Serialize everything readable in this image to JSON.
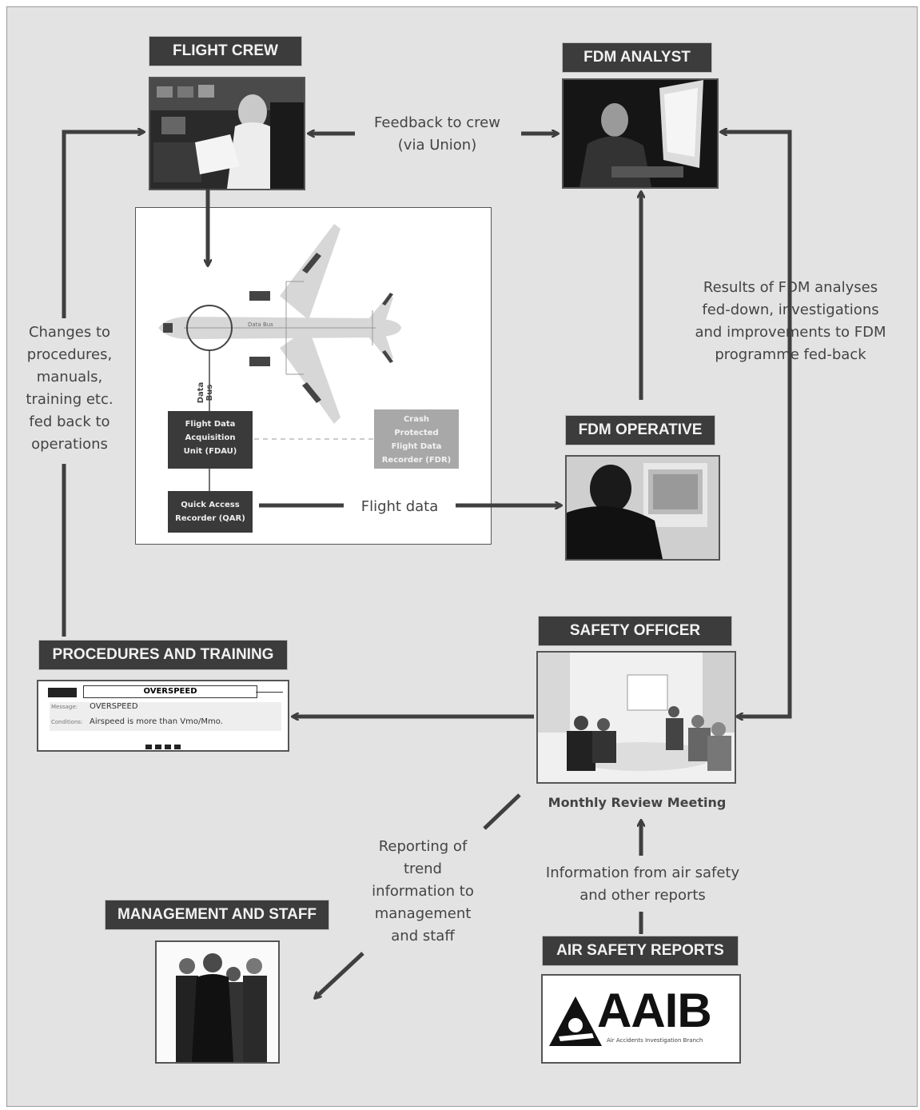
{
  "headers": {
    "flight_crew": "FLIGHT CREW",
    "fdm_analyst": "FDM ANALYST",
    "fdm_operative": "FDM OPERATIVE",
    "safety_officer": "SAFETY OFFICER",
    "procedures_training": "PROCEDURES AND TRAINING",
    "management_staff": "MANAGEMENT AND STAFF",
    "air_safety_reports": "AIR SAFETY REPORTS"
  },
  "labels": {
    "feedback": [
      "Feedback to crew",
      "(via Union)"
    ],
    "changes": [
      "Changes to",
      "procedures,",
      "manuals,",
      "training etc.",
      "fed back to",
      "operations"
    ],
    "results": [
      "Results of FDM analyses",
      "fed-down, investigations",
      "and improvements to FDM",
      "programme fed-back"
    ],
    "flight_data": "Flight data",
    "monthly_review": "Monthly Review Meeting",
    "information": [
      "Information from air safety",
      "and other reports"
    ],
    "reporting": [
      "Reporting of",
      "trend",
      "information to",
      "management",
      "and staff"
    ]
  },
  "aircraft_panel": {
    "fdau": [
      "Flight Data",
      "Acquisition",
      "Unit (FDAU)"
    ],
    "qar": [
      "Quick Access",
      "Recorder (QAR)"
    ],
    "fdr": [
      "Crash",
      "Protected",
      "Flight Data",
      "Recorder (FDR)"
    ],
    "data_bus_vertical": "Data Bus",
    "data_bus_horizontal": "Data Bus"
  },
  "procedure_card": {
    "title": "OVERSPEED",
    "row1_key": "Message:",
    "row1_value": "OVERSPEED",
    "row2_key": "Conditions:",
    "row2_value": "Airspeed is more than Vmo/Mmo."
  },
  "aaib": {
    "logo": "AAIB",
    "subtitle": "Air Accidents Investigation Branch"
  },
  "colors": {
    "background": "#e3e3e3",
    "header_bg": "#3c3c3c",
    "arrow": "#3f3f3f"
  }
}
